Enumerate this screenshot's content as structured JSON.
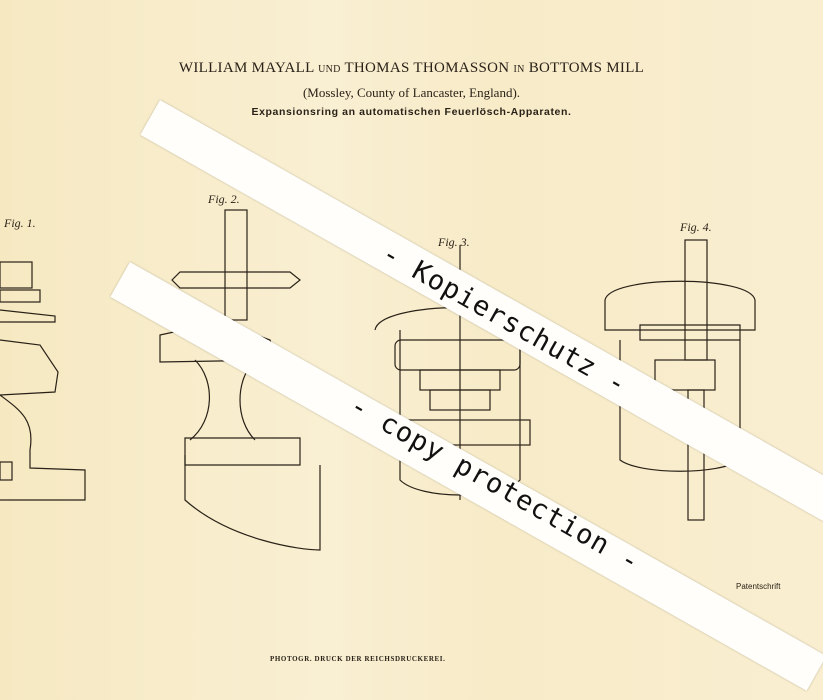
{
  "header": {
    "inventors_part1": "WILLIAM MAYALL",
    "und": "UND",
    "inventors_part2": "THOMAS THOMASSON",
    "in": "IN",
    "place": "BOTTOMS MILL",
    "location": "(Mossley, County of Lancaster, England).",
    "title": "Expansionsring an automatischen Feuerlösch-Apparaten."
  },
  "figures": [
    "Fig. 1.",
    "Fig. 2.",
    "Fig. 3.",
    "Fig. 4."
  ],
  "footer": "PHOTOGR. DRUCK DER REICHSDRUCKEREI.",
  "patent_label": "Patentschrift",
  "watermark": {
    "line1": "- Kopierschutz -",
    "line2": "- copy protection -"
  }
}
